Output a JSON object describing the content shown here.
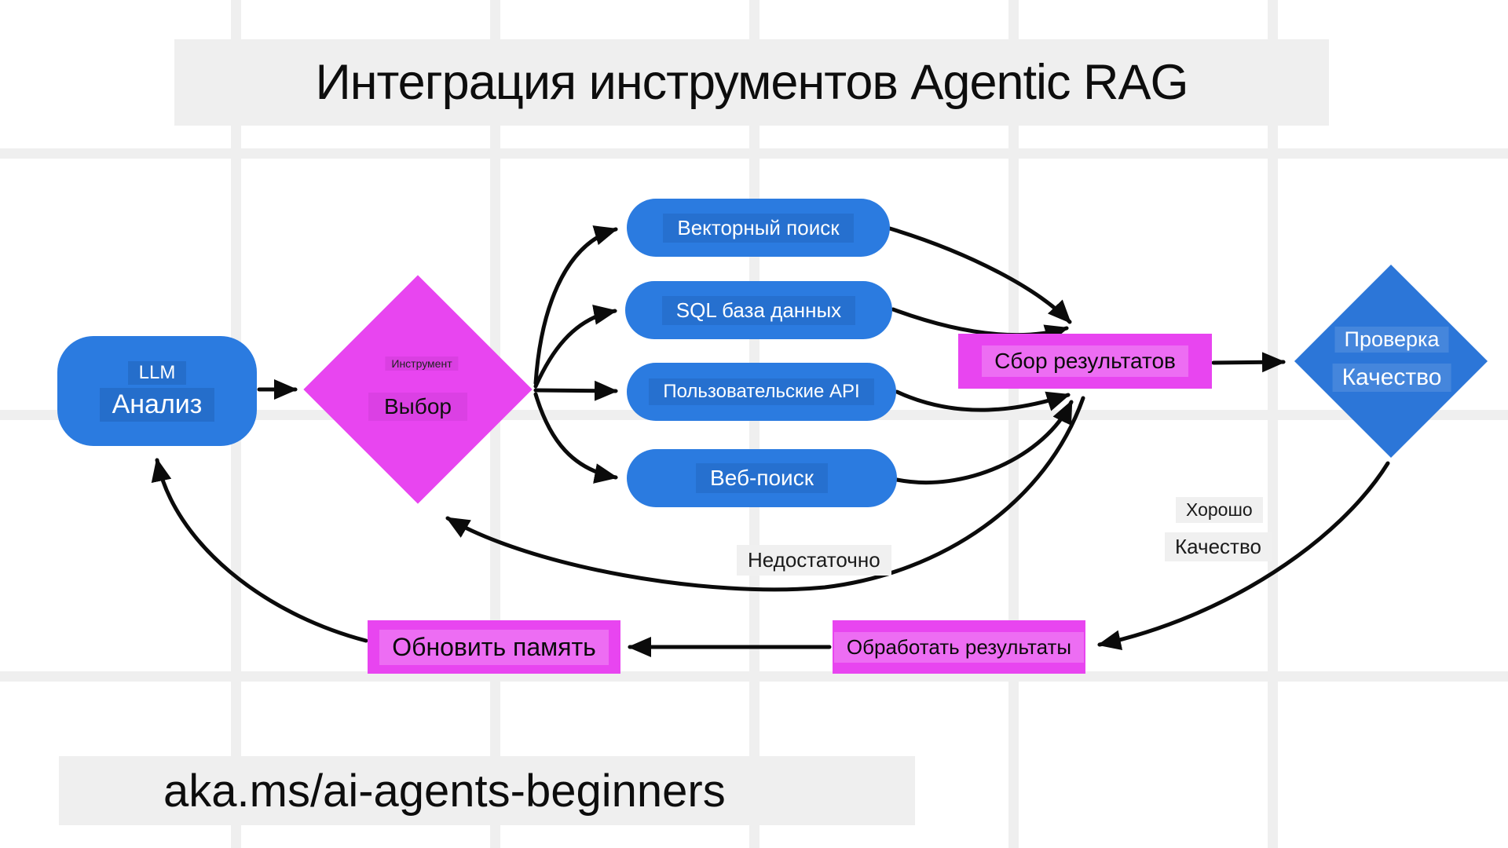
{
  "title": "Интеграция инструментов Agentic RAG",
  "footer": "aka.ms/ai-agents-beginners",
  "colors": {
    "blue": "#2B7BE0",
    "blue2": "#2C76D8",
    "magenta": "#E845F0",
    "grid": "#EFEFEF",
    "banner": "#EFEFEF",
    "ink": "#0B0B0B"
  },
  "nodes": {
    "llm": {
      "line1": "LLM",
      "line2": "Анализ"
    },
    "tool_select": {
      "line1": "Инструмент",
      "line2": "Выбор"
    },
    "tools": [
      {
        "label": "Векторный поиск"
      },
      {
        "label": "SQL база данных"
      },
      {
        "label": "Пользовательские API"
      },
      {
        "label": "Веб-поиск"
      }
    ],
    "collect": {
      "label": "Сбор результатов"
    },
    "quality": {
      "line1": "Проверка",
      "line2": "Качество"
    },
    "process": {
      "label": "Обработать результаты"
    },
    "update": {
      "label": "Обновить память"
    }
  },
  "edge_labels": {
    "good_line1": "Хорошо",
    "good_line2": "Качество",
    "insufficient": "Недостаточно"
  }
}
